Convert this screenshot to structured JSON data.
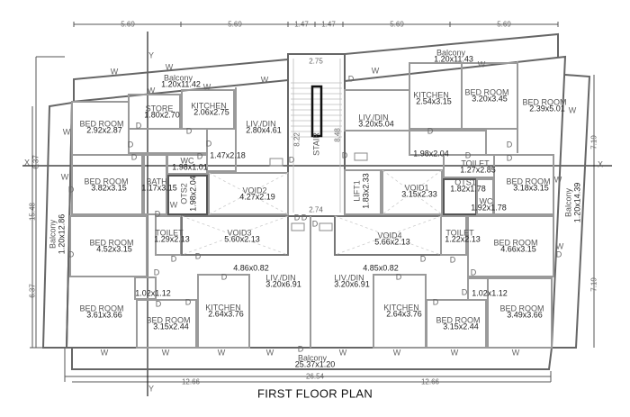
{
  "title": "FIRST FLOOR PLAN",
  "markers": {
    "window": "W",
    "door": "D",
    "axis_x": "X",
    "axis_y": "Y"
  },
  "dimensions": {
    "top": [
      "5.69",
      "5.69",
      "1.47",
      "1.47",
      "5.69",
      "5.69"
    ],
    "bottom": [
      "12.66",
      "26.54",
      "12.66"
    ],
    "left": [
      "6.37",
      "15.48",
      "6.37"
    ],
    "right": [
      "7.19",
      "7.19"
    ],
    "core": [
      "2.75",
      "8.22",
      "8.48",
      "2.74"
    ]
  },
  "rooms": [
    {
      "name": "Balcony",
      "size": "1.20x11.42"
    },
    {
      "name": "BED ROOM",
      "size": "2.92x2.87"
    },
    {
      "name": "STORE",
      "size": "1.80x2.70"
    },
    {
      "name": "KITCHEN",
      "size": "2.06x2.75"
    },
    {
      "name": "LIV./DIN",
      "size": "2.80x4.61"
    },
    {
      "name": "",
      "size": "1.47x2.18"
    },
    {
      "name": "WC",
      "size": "1.98x1.01"
    },
    {
      "name": "BED ROOM",
      "size": "3.82x3.15"
    },
    {
      "name": "BATH",
      "size": "1.17x3.15"
    },
    {
      "name": "VOID2",
      "size": "4.27x2.19"
    },
    {
      "name": "BED ROOM",
      "size": "4.52x3.15"
    },
    {
      "name": "TOILET",
      "size": "1.29x2.13"
    },
    {
      "name": "VOID3",
      "size": "5.60x2.13"
    },
    {
      "name": "",
      "size": "4.86x0.82"
    },
    {
      "name": "LIV./DIN",
      "size": "3.20x6.91"
    },
    {
      "name": "",
      "size": "1.02x1.12"
    },
    {
      "name": "BED ROOM",
      "size": "3.61x3.66"
    },
    {
      "name": "KITCHEN",
      "size": "2.64x3.76"
    },
    {
      "name": "BED ROOM",
      "size": "3.15x2.44"
    },
    {
      "name": "Balcony",
      "size": "25.37x1.20"
    },
    {
      "name": "Balcony",
      "size": "1.20x11.43"
    },
    {
      "name": "KITCHEN",
      "size": "2.54x3.15"
    },
    {
      "name": "BED ROOM",
      "size": "3.20x3.45"
    },
    {
      "name": "BED ROOM",
      "size": "2.39x5.01"
    },
    {
      "name": "LIV./DIN",
      "size": "3.20x5.04"
    },
    {
      "name": "",
      "size": "1.98x2.04"
    },
    {
      "name": "TOILET",
      "size": "1.27x2.85"
    },
    {
      "name": "VOID1",
      "size": "3.15x2.33"
    },
    {
      "name": "BED ROOM",
      "size": "3.18x3.15"
    },
    {
      "name": "VOID4",
      "size": "5.66x2.13"
    },
    {
      "name": "TOILET",
      "size": "1.22x2.13"
    },
    {
      "name": "BED ROOM",
      "size": "4.66x3.15"
    },
    {
      "name": "",
      "size": "4.85x0.82"
    },
    {
      "name": "LIV./DIN",
      "size": "3.20x6.91"
    },
    {
      "name": "",
      "size": "1.02x1.12"
    },
    {
      "name": "KITCHEN",
      "size": "2.64x3.76"
    },
    {
      "name": "BED ROOM",
      "size": "3.15x2.44"
    },
    {
      "name": "BED ROOM",
      "size": "3.49x3.66"
    },
    {
      "name": "WC",
      "size": "1.92x1.78"
    },
    {
      "name": "OTS1",
      "size": "1.82x1.78"
    }
  ],
  "vertical_rooms": [
    {
      "name": "OTS2",
      "size": "1.98x2.04"
    },
    {
      "name": "Balcony",
      "size": "1.20x12.86"
    },
    {
      "name": "LIFT1",
      "size": "1.83x2.33"
    },
    {
      "name": "Balcony",
      "size": "1.20x14.39"
    },
    {
      "name": "STAIR",
      "size": ""
    }
  ],
  "colors": {
    "wall": "#666666",
    "room_wall": "#9a9a9a",
    "axis": "#222222",
    "stair": "#111111"
  }
}
